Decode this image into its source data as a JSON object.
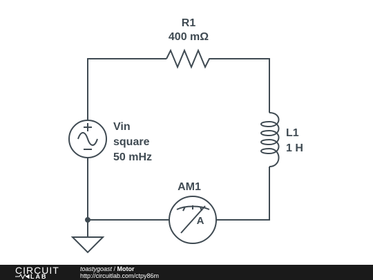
{
  "components": {
    "resistor": {
      "designator": "R1",
      "value": "400 mΩ"
    },
    "source": {
      "designator": "Vin",
      "waveform": "square",
      "frequency": "50 mHz"
    },
    "inductor": {
      "designator": "L1",
      "value": "1 H"
    },
    "ammeter": {
      "designator": "AM1",
      "symbol": "A"
    }
  },
  "footer": {
    "logo_top": "CIRCUIT",
    "logo_bottom": "LAB",
    "user": "toastygoast",
    "separator": " / ",
    "title": "Motor",
    "url": "http://circuitlab.com/ctpy86m"
  },
  "colors": {
    "ink": "#3f4a52",
    "footer_bg": "#1a1a1a"
  }
}
